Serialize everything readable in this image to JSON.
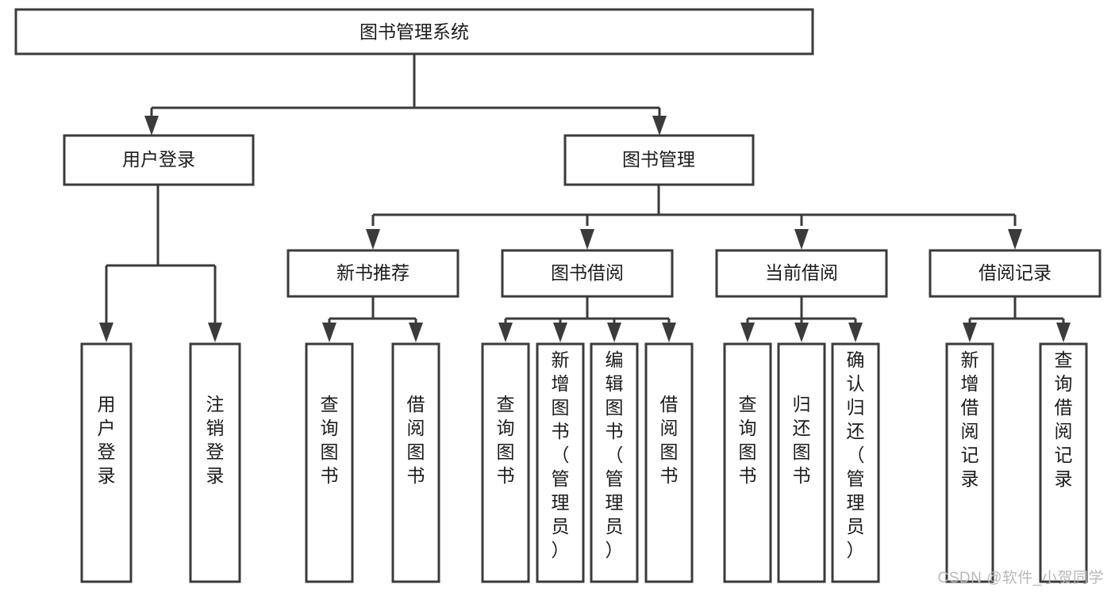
{
  "diagram": {
    "title": "图书管理系统",
    "type": "tree-hierarchy",
    "watermark": "CSDN @软件_小贺同学",
    "colors": {
      "stroke": "#3b3b3b",
      "fill": "#ffffff",
      "text": "#1b1b1b",
      "watermark": "#b9b9b9"
    },
    "root": {
      "id": "root",
      "label": "图书管理系统"
    },
    "level2": [
      {
        "id": "user-login",
        "label": "用户登录"
      },
      {
        "id": "book-manage",
        "label": "图书管理"
      }
    ],
    "level3": [
      {
        "id": "new-book-recommend",
        "label": "新书推荐"
      },
      {
        "id": "book-borrow",
        "label": "图书借阅"
      },
      {
        "id": "current-borrow",
        "label": "当前借阅"
      },
      {
        "id": "borrow-record",
        "label": "借阅记录"
      }
    ],
    "leaves": {
      "user_login": [
        {
          "id": "leaf-user-login",
          "label": "用户登录"
        },
        {
          "id": "leaf-logout",
          "label": "注销登录"
        }
      ],
      "new_book_recommend": [
        {
          "id": "leaf-query-book-1",
          "label": "查询图书"
        },
        {
          "id": "leaf-borrow-book-1",
          "label": "借阅图书"
        }
      ],
      "book_borrow": [
        {
          "id": "leaf-query-book-2",
          "label": "查询图书"
        },
        {
          "id": "leaf-add-book",
          "label": "新增图书（管理员）"
        },
        {
          "id": "leaf-edit-book",
          "label": "编辑图书（管理员）"
        },
        {
          "id": "leaf-borrow-book-2",
          "label": "借阅图书"
        }
      ],
      "current_borrow": [
        {
          "id": "leaf-query-book-3",
          "label": "查询图书"
        },
        {
          "id": "leaf-return-book",
          "label": "归还图书"
        },
        {
          "id": "leaf-confirm-return",
          "label": "确认归还（管理员）"
        }
      ],
      "borrow_record": [
        {
          "id": "leaf-add-record",
          "label": "新增借阅记录"
        },
        {
          "id": "leaf-query-record",
          "label": "查询借阅记录"
        }
      ]
    }
  }
}
